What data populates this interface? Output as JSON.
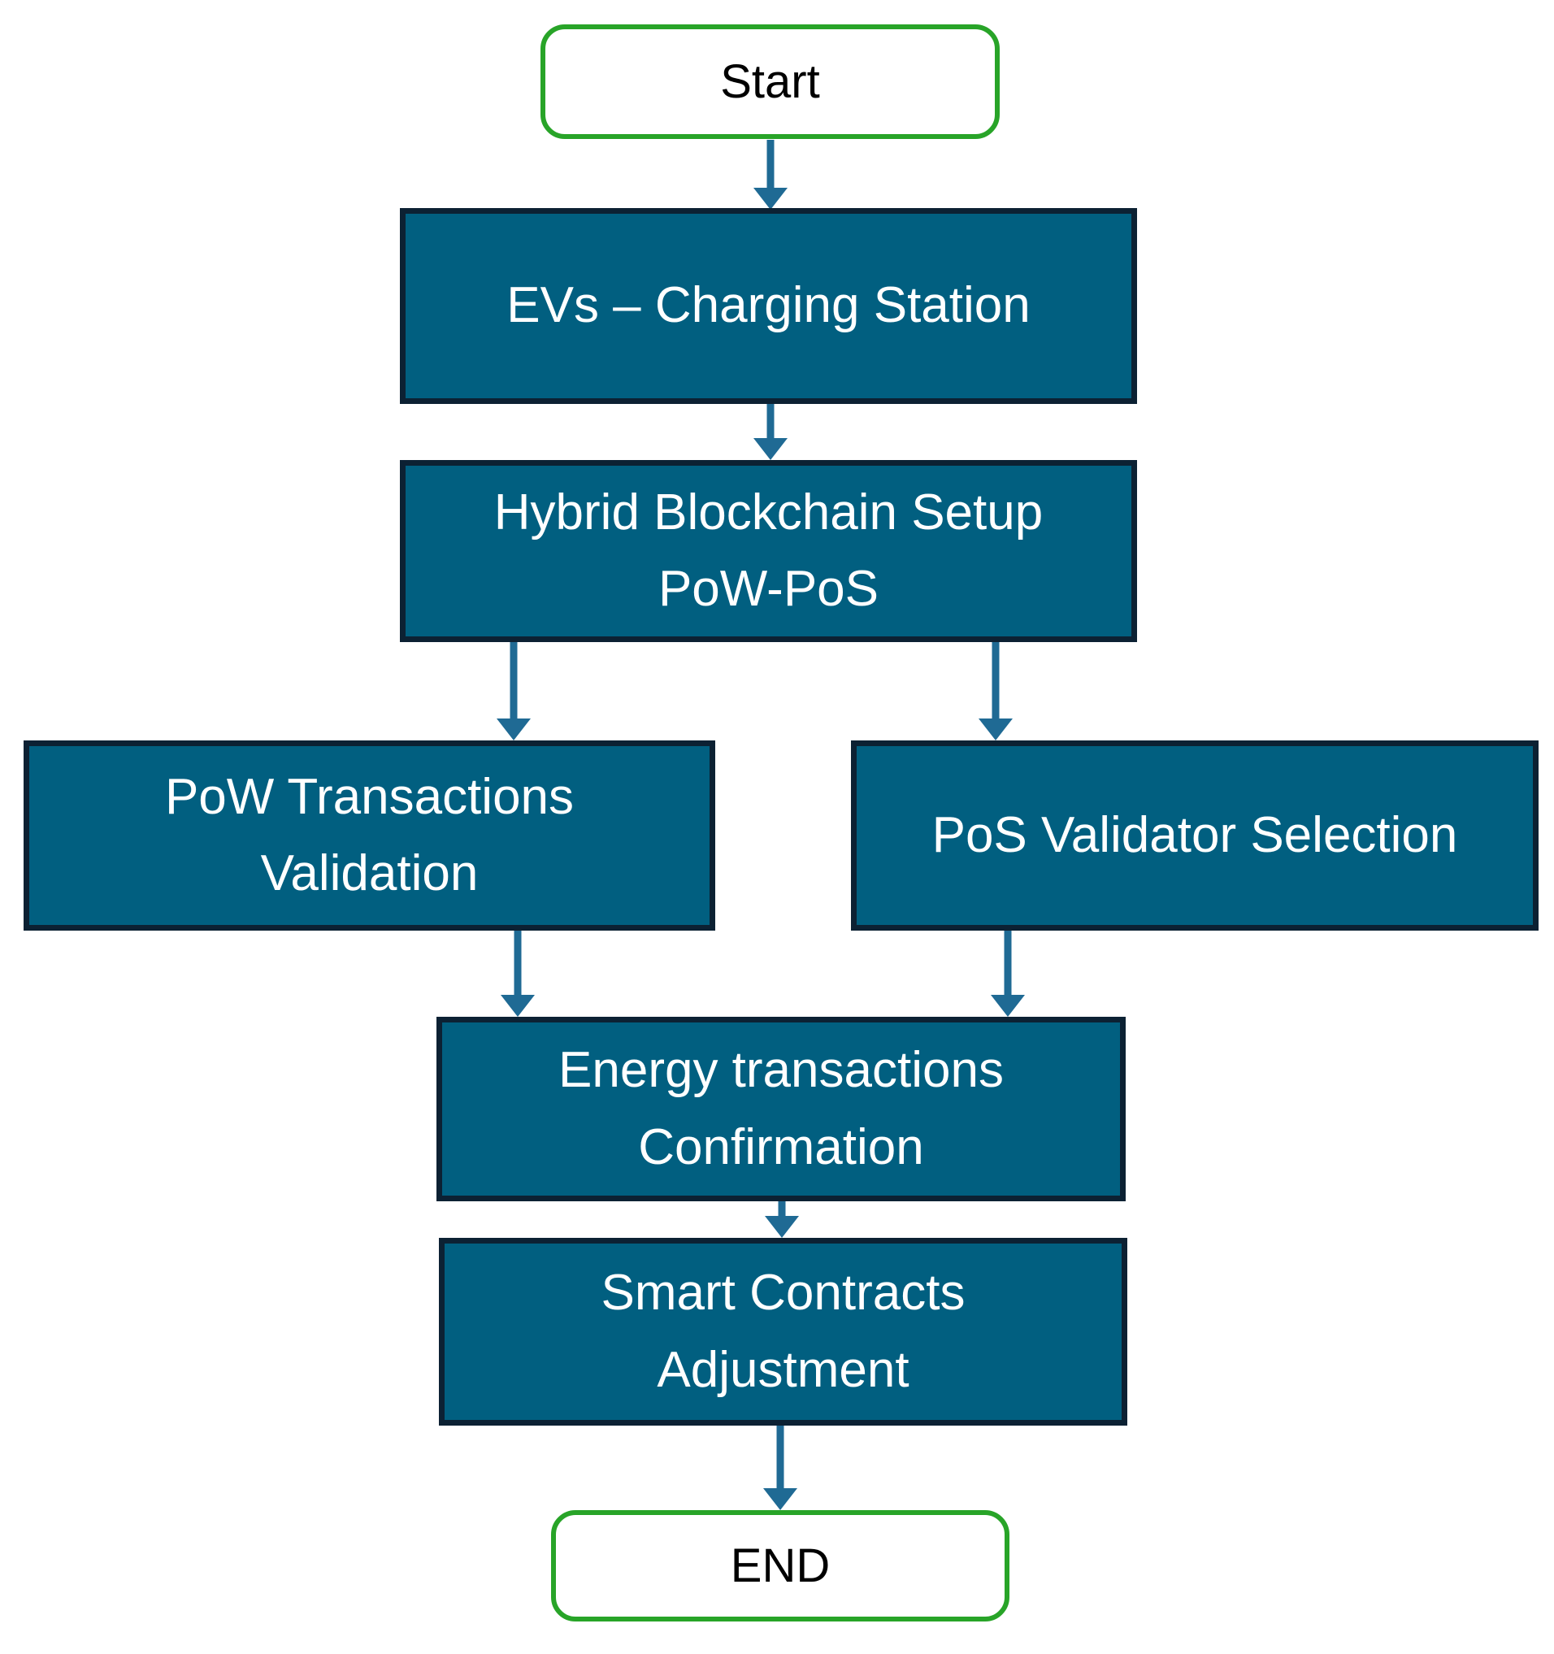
{
  "diagram": {
    "type": "flowchart",
    "nodes": {
      "start": {
        "label": "Start",
        "shape": "terminal"
      },
      "evs": {
        "label": "EVs – Charging Station",
        "shape": "process"
      },
      "hybrid": {
        "lines": [
          "Hybrid Blockchain Setup",
          "PoW-PoS"
        ],
        "shape": "process"
      },
      "pow": {
        "lines": [
          "PoW Transactions",
          "Validation"
        ],
        "shape": "process"
      },
      "pos": {
        "label": "PoS Validator Selection",
        "shape": "process"
      },
      "energy": {
        "lines": [
          "Energy transactions",
          "Confirmation"
        ],
        "shape": "process"
      },
      "smart": {
        "lines": [
          "Smart Contracts",
          "Adjustment"
        ],
        "shape": "process"
      },
      "end": {
        "label": "END",
        "shape": "terminal"
      }
    },
    "edges": [
      {
        "from": "start",
        "to": "evs"
      },
      {
        "from": "evs",
        "to": "hybrid"
      },
      {
        "from": "hybrid",
        "to": "pow"
      },
      {
        "from": "hybrid",
        "to": "pos"
      },
      {
        "from": "pow",
        "to": "energy"
      },
      {
        "from": "pos",
        "to": "energy"
      },
      {
        "from": "energy",
        "to": "smart"
      },
      {
        "from": "smart",
        "to": "end"
      }
    ],
    "colors": {
      "node_fill": "#015F80",
      "node_border": "#0C2133",
      "node_text": "#FFFFFF",
      "terminal_fill": "#FFFFFF",
      "terminal_border": "#28A428",
      "terminal_text": "#000000",
      "arrow": "#1F6A94",
      "bg": "#FFFFFF"
    }
  }
}
